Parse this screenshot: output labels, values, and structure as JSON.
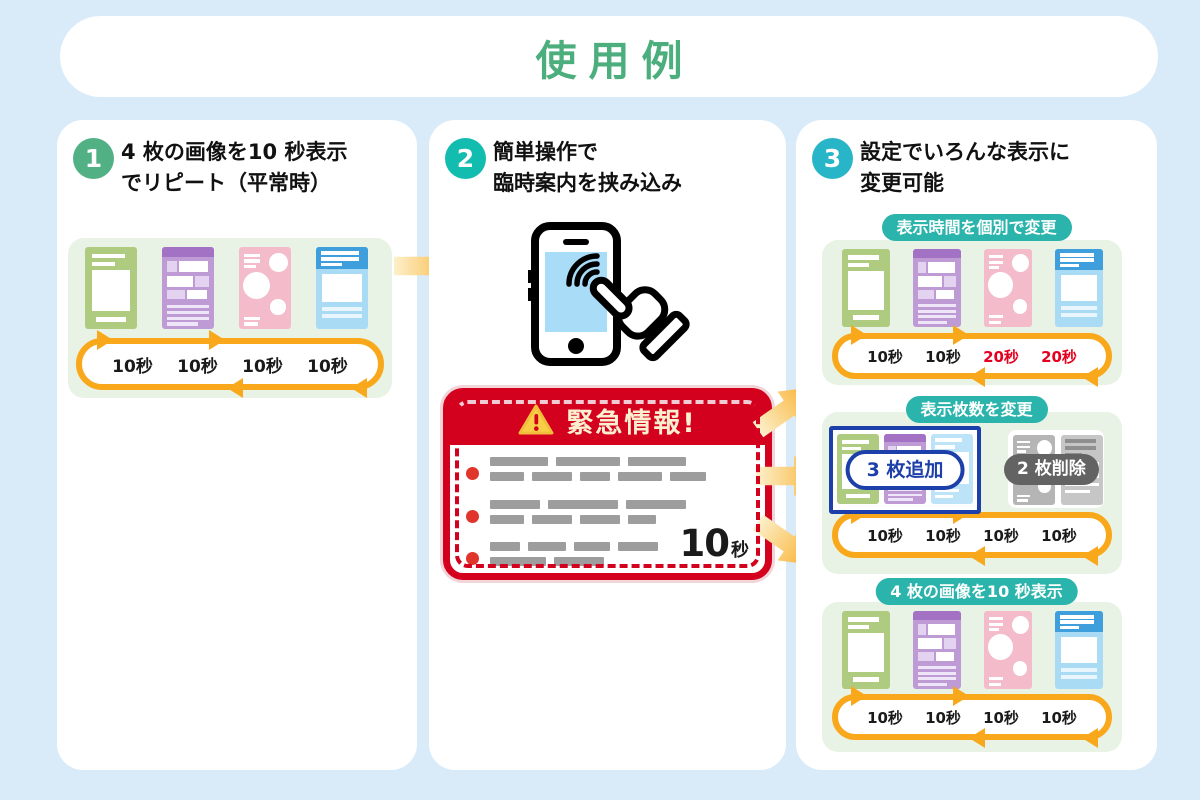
{
  "title": "使用例",
  "steps": [
    {
      "number": "1",
      "heading": [
        "4 枚の画像を10 秒表示",
        "でリピート（平常時）"
      ],
      "loop_labels": [
        "10秒",
        "10秒",
        "10秒",
        "10秒"
      ]
    },
    {
      "number": "2",
      "heading": [
        "簡単操作で",
        "臨時案内を挟み込み"
      ],
      "alert": {
        "title": "緊急情報!",
        "duration_value": "10",
        "duration_unit": "秒"
      }
    },
    {
      "number": "3",
      "heading": [
        "設定でいろんな表示に",
        "変更可能"
      ],
      "subpanels": [
        {
          "pill": "表示時間を個別で変更",
          "loop_labels": [
            "10秒",
            "10秒",
            "20秒",
            "20秒"
          ]
        },
        {
          "pill": "表示枚数を変更",
          "add_badge": "3 枚追加",
          "remove_badge": "2 枚削除",
          "loop_labels": [
            "10秒",
            "10秒",
            "10秒",
            "10秒"
          ]
        },
        {
          "pill": "4 枚の画像を10 秒表示",
          "loop_labels": [
            "10秒",
            "10秒",
            "10秒",
            "10秒"
          ]
        }
      ]
    }
  ],
  "colors": {
    "background": "#D9EBF9",
    "panel": "#FFFFFF",
    "title_green": "#4BAE7C",
    "badge_step1": "#52B184",
    "badge_step2": "#12BCAE",
    "badge_step3": "#28B5C7",
    "pill_teal": "#2BB4AB",
    "loop_orange": "#F9A81B",
    "flow_arrow_orange": "#F9A81B",
    "alert_red": "#D3001E",
    "alert_title_cream": "#FBEFD0",
    "warning_yellow": "#F8CE46",
    "duration_red": "#E50020",
    "add_box_blue": "#1D3FA9",
    "remove_pill_gray": "#636363",
    "slide_green": "#AECB7F",
    "slide_purple": "#BE9BD5",
    "slide_pink": "#F4BCCA",
    "slide_blue_header": "#3E9FDC",
    "slide_blue_body": "#A9DCF4",
    "slidebox_bg": "#E9F3E5"
  }
}
